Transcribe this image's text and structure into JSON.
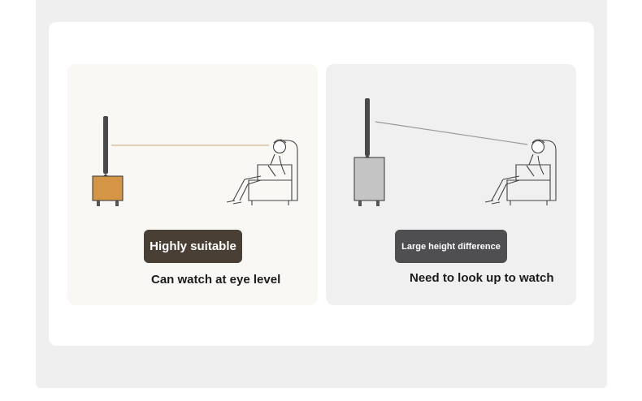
{
  "comparison": {
    "left": {
      "badge": "Highly suitable",
      "caption": "Can watch at eye level",
      "colors": {
        "panel": "#f9f8f5",
        "badge": "#4a3f35",
        "cabinet": "#d59546",
        "sightline": "#d4b68f"
      }
    },
    "right": {
      "badge": "Large height difference",
      "caption": "Need to look up to watch",
      "colors": {
        "panel": "#f1f0f0",
        "badge": "#4f4f52",
        "cabinet": "#c4c4c4",
        "sightline": "#9a9a9a"
      }
    }
  }
}
